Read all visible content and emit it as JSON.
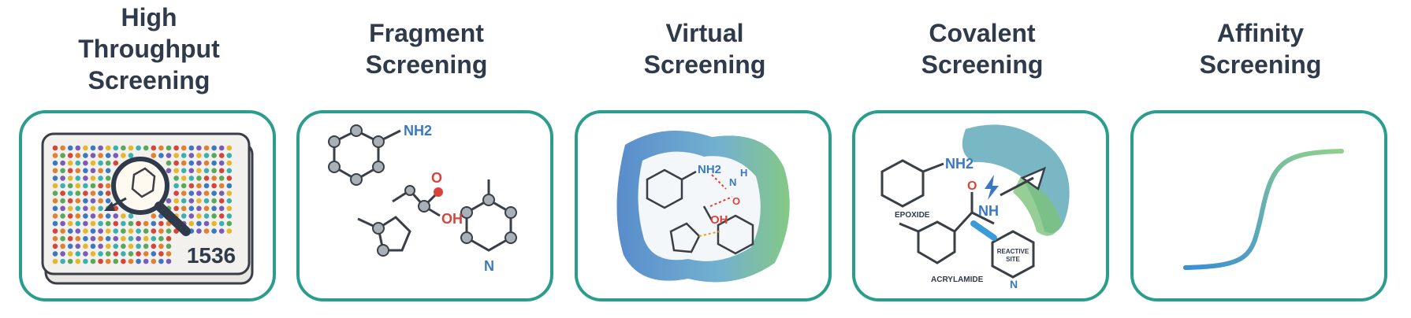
{
  "panels": [
    {
      "title_lines": [
        "High",
        "Throughput",
        "Screening"
      ],
      "plate_number": "1536"
    },
    {
      "title_lines": [
        "Fragment",
        "Screening"
      ],
      "labels": {
        "nh2": "NH2",
        "oh": "OH",
        "o": "O",
        "n": "N"
      }
    },
    {
      "title_lines": [
        "Virtual",
        "Screening"
      ],
      "labels": {
        "nh2": "NH2",
        "oh": "OH",
        "n": "N",
        "h": "H",
        "o": "O"
      }
    },
    {
      "title_lines": [
        "Covalent",
        "Screening"
      ],
      "labels": {
        "nh2": "NH2",
        "nh": "NH",
        "epoxide": "EPOXIDE",
        "acrylamide": "ACRYLAMIDE",
        "reactive": "REACTIVE",
        "site": "SITE",
        "o": "O",
        "n": "N"
      }
    },
    {
      "title_lines": [
        "Affinity",
        "Screening"
      ]
    }
  ],
  "colors": {
    "border": "#2a9d8f",
    "title": "#2f3a4a",
    "atom": "#9aa3ad",
    "nitrogen": "#3b78c2",
    "oxygen": "#d6453a"
  }
}
